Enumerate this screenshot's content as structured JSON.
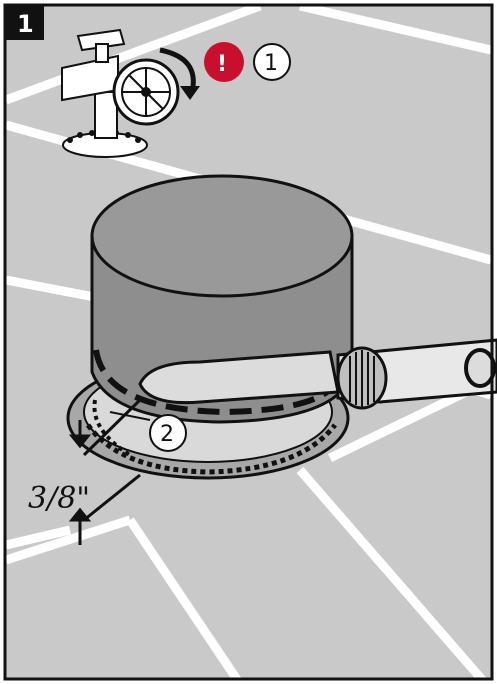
{
  "step": {
    "number": "1"
  },
  "callouts": [
    {
      "id": "1",
      "label": "1"
    },
    {
      "id": "2",
      "label": "2"
    }
  ],
  "warning": {
    "symbol": "!",
    "color": "#c8102e"
  },
  "measurement": {
    "text": "3/8\""
  },
  "colors": {
    "floor": "#c9c9c9",
    "tile_lines": "#ffffff",
    "drum": "#8e8e8e",
    "drum_top": "#999999",
    "base_ring": "#a8a8a8",
    "tool": "#dcdcdc",
    "outline": "#111111"
  },
  "icons": [
    "water-valve-icon",
    "rotation-arrow-icon",
    "warning-icon",
    "tool-handle-icon"
  ]
}
